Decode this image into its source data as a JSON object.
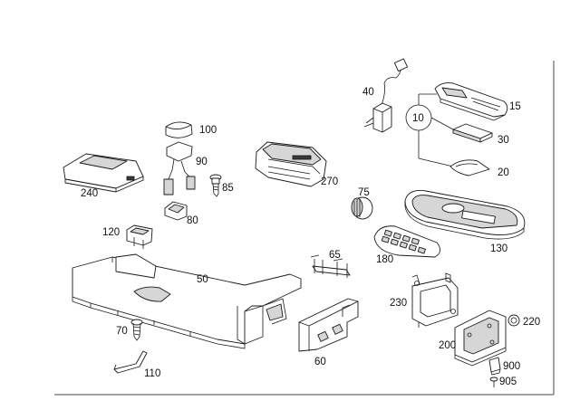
{
  "parts": [
    {
      "id": "p15",
      "label": "15"
    },
    {
      "id": "p20",
      "label": "20"
    },
    {
      "id": "p30",
      "label": "30"
    },
    {
      "id": "p40",
      "label": "40"
    },
    {
      "id": "p10",
      "label": "10"
    },
    {
      "id": "p50",
      "label": "50"
    },
    {
      "id": "p60",
      "label": "60"
    },
    {
      "id": "p65",
      "label": "65"
    },
    {
      "id": "p70",
      "label": "70"
    },
    {
      "id": "p75",
      "label": "75"
    },
    {
      "id": "p80",
      "label": "80"
    },
    {
      "id": "p85",
      "label": "85"
    },
    {
      "id": "p90",
      "label": "90"
    },
    {
      "id": "p100",
      "label": "100"
    },
    {
      "id": "p110",
      "label": "110"
    },
    {
      "id": "p120",
      "label": "120"
    },
    {
      "id": "p130",
      "label": "130"
    },
    {
      "id": "p180",
      "label": "180"
    },
    {
      "id": "p200",
      "label": "200"
    },
    {
      "id": "p220",
      "label": "220"
    },
    {
      "id": "p230",
      "label": "230"
    },
    {
      "id": "p240",
      "label": "240"
    },
    {
      "id": "p270",
      "label": "270"
    },
    {
      "id": "p900",
      "label": "900"
    },
    {
      "id": "p905",
      "label": "905"
    }
  ]
}
